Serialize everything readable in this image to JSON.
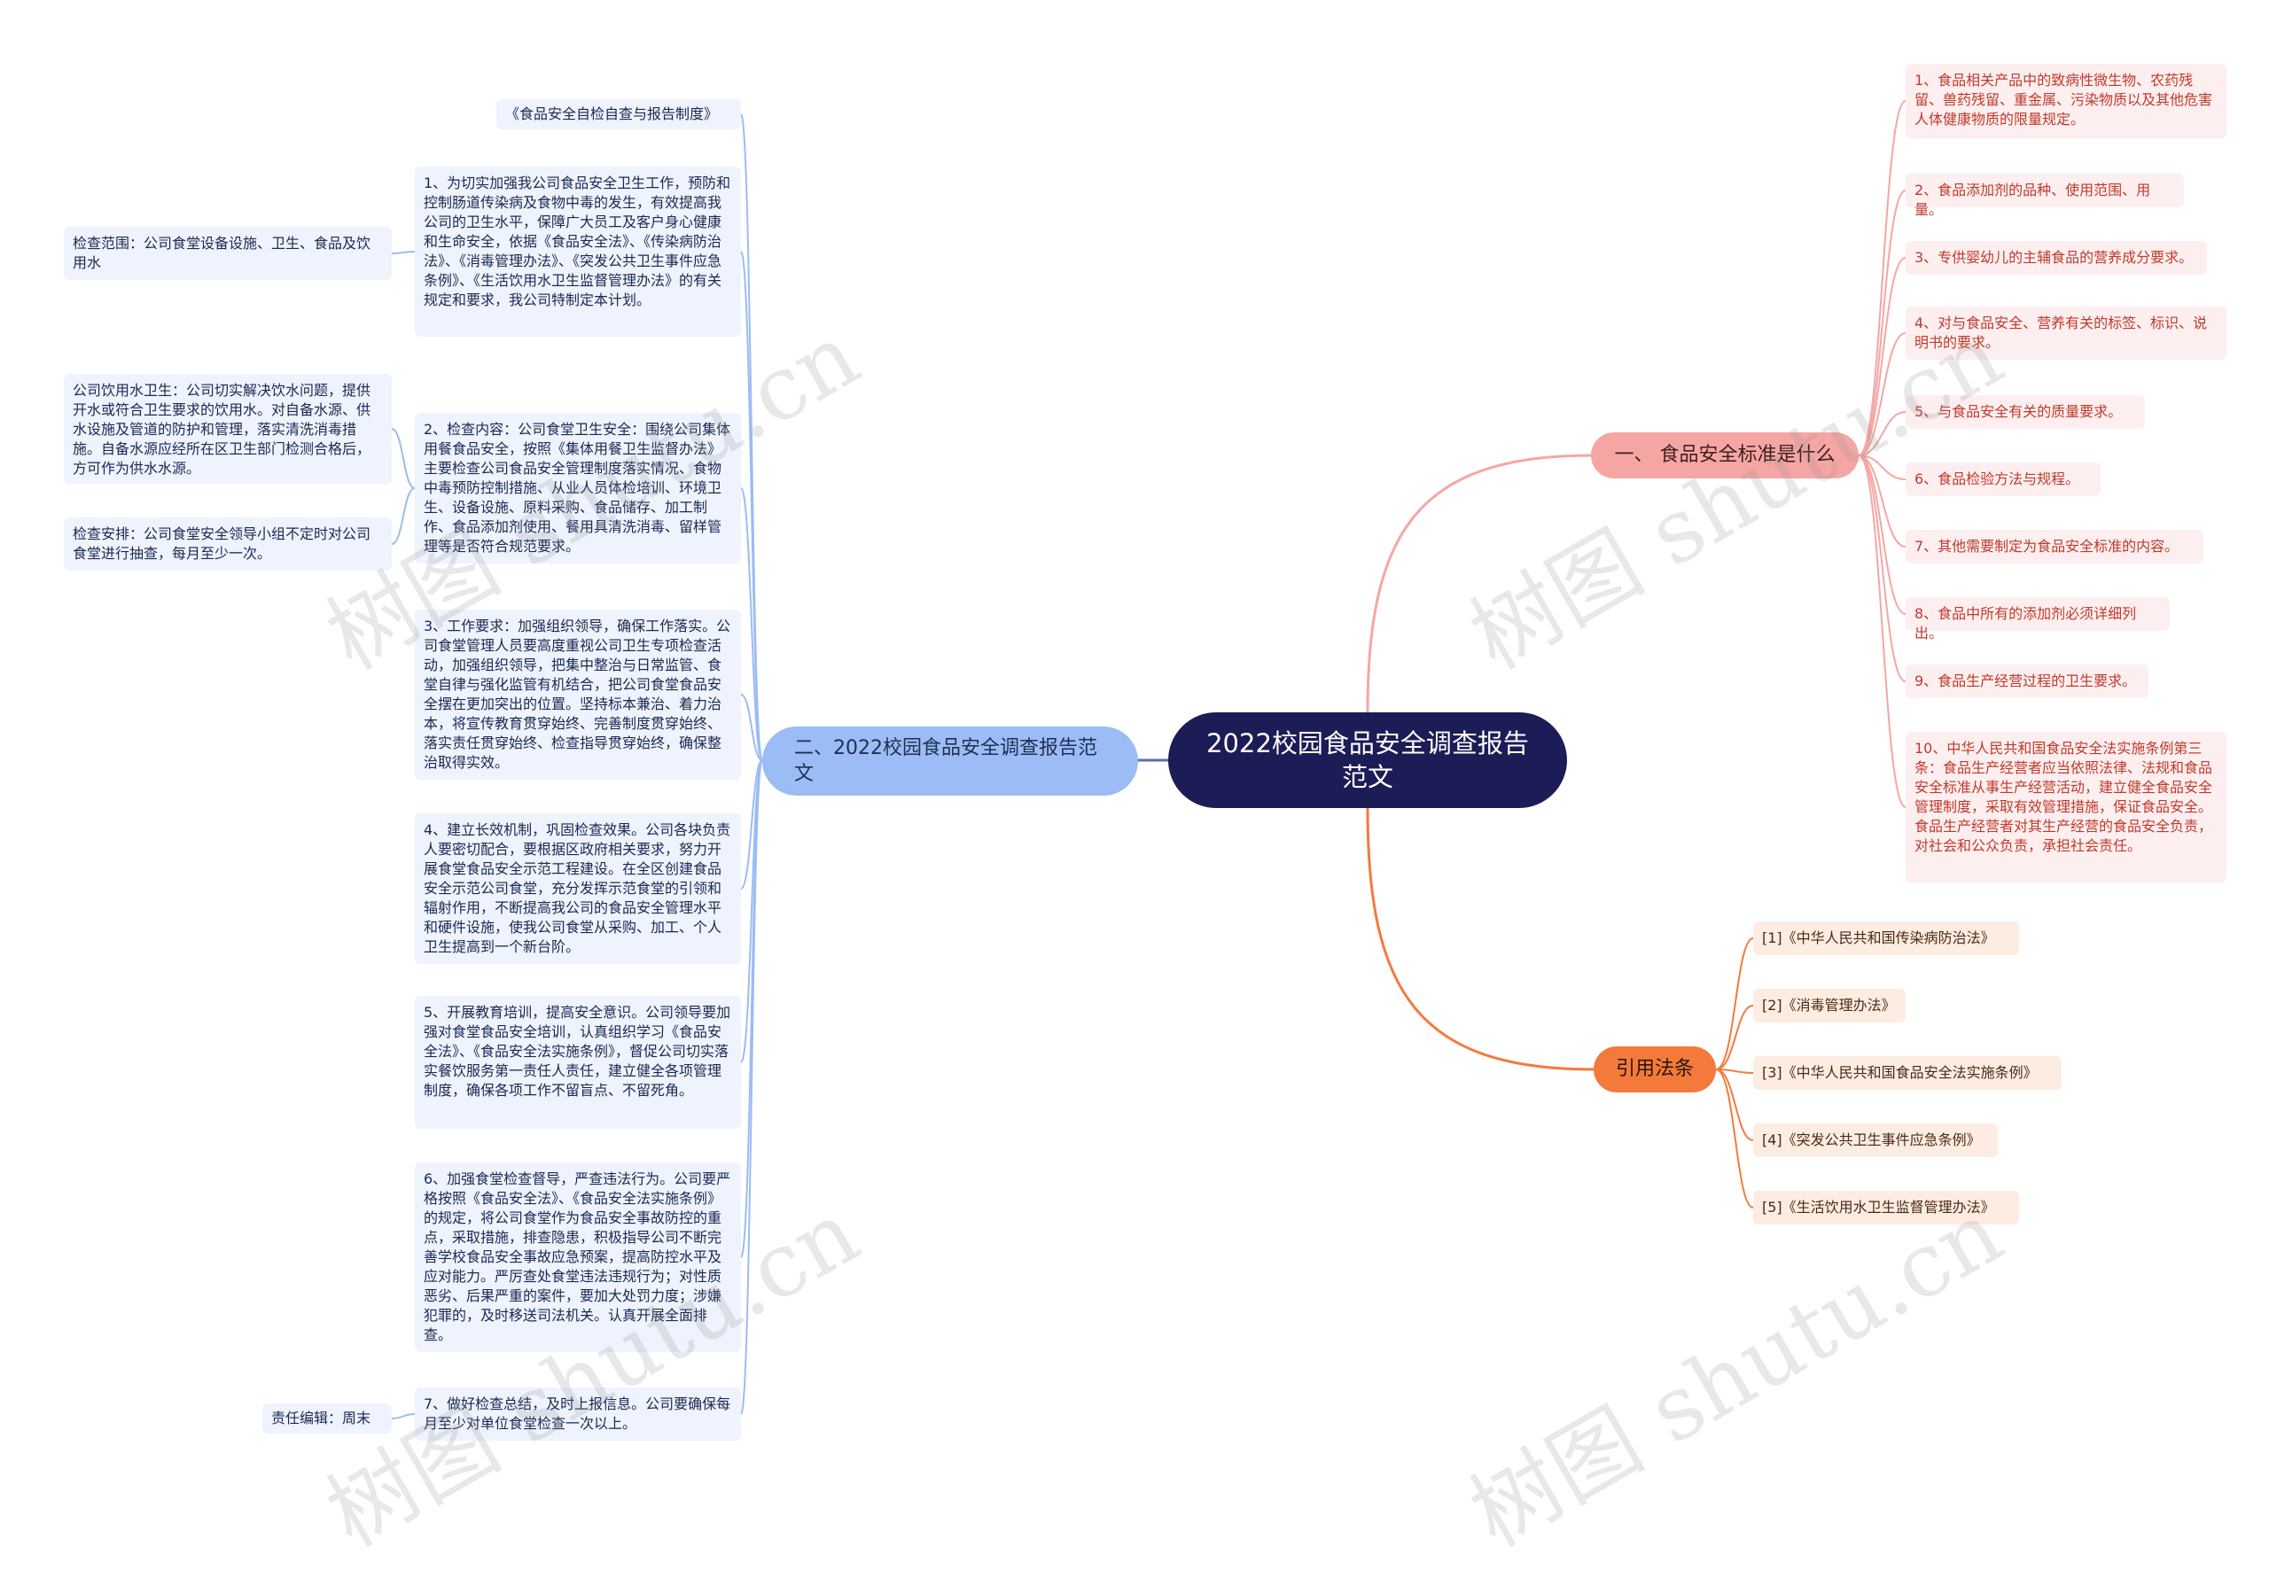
{
  "root": {
    "label": "2022校园食品安全调查报告范文"
  },
  "left_branch": {
    "label": "二、2022校园食品安全调查报告范文",
    "items": [
      {
        "text": "《食品安全自检自查与报告制度》"
      },
      {
        "text": "1、为切实加强我公司食品安全卫生工作，预防和控制肠道传染病及食物中毒的发生，有效提高我公司的卫生水平，保障广大员工及客户身心健康和生命安全，依据《食品安全法》、《传染病防治法》、《消毒管理办法》、《突发公共卫生事件应急条例》、《生活饮用水卫生监督管理办法》的有关规定和要求，我公司特制定本计划。"
      },
      {
        "text": "2、检查内容：公司食堂卫生安全：围绕公司集体用餐食品安全，按照《集体用餐卫生监督办法》主要检查公司食品安全管理制度落实情况、食物中毒预防控制措施、从业人员体检培训、环境卫生、设备设施、原料采购、食品储存、加工制作、食品添加剂使用、餐用具清洗消毒、留样管理等是否符合规范要求。"
      },
      {
        "text": "3、工作要求：加强组织领导，确保工作落实。公司食堂管理人员要高度重视公司卫生专项检查活动，加强组织领导，把集中整治与日常监管、食堂自律与强化监管有机结合，把公司食堂食品安全摆在更加突出的位置。坚持标本兼治、着力治本，将宣传教育贯穿始终、完善制度贯穿始终、落实责任贯穿始终、检查指导贯穿始终，确保整治取得实效。"
      },
      {
        "text": "4、建立长效机制，巩固检查效果。公司各块负责人要密切配合，要根据区政府相关要求，努力开展食堂食品安全示范工程建设。在全区创建食品安全示范公司食堂，充分发挥示范食堂的引领和辐射作用，不断提高我公司的食品安全管理水平和硬件设施，使我公司食堂从采购、加工、个人卫生提高到一个新台阶。"
      },
      {
        "text": "5、开展教育培训，提高安全意识。公司领导要加强对食堂食品安全培训，认真组织学习《食品安全法》、《食品安全法实施条例》，督促公司切实落实餐饮服务第一责任人责任，建立健全各项管理制度，确保各项工作不留盲点、不留死角。"
      },
      {
        "text": "6、加强食堂检查督导，严查违法行为。公司要严格按照《食品安全法》、《食品安全法实施条例》的规定，将公司食堂作为食品安全事故防控的重点，采取措施，排查隐患，积极指导公司不断完善学校食品安全事故应急预案，提高防控水平及应对能力。严厉查处食堂违法违规行为；对性质恶劣、后果严重的案件，要加大处罚力度；涉嫌犯罪的，及时移送司法机关。认真开展全面排查。"
      },
      {
        "text": "7、做好检查总结，及时上报信息。公司要确保每月至少对单位食堂检查一次以上。"
      }
    ],
    "sub_items": [
      {
        "text": "检查范围：公司食堂设备设施、卫生、食品及饮用水"
      },
      {
        "text": "公司饮用水卫生：公司切实解决饮水问题，提供开水或符合卫生要求的饮用水。对自备水源、供水设施及管道的防护和管理，落实清洗消毒措施。自备水源应经所在区卫生部门检测合格后，方可作为供水水源。"
      },
      {
        "text": "检查安排：公司食堂安全领导小组不定时对公司食堂进行抽查，每月至少一次。"
      },
      {
        "text": "责任编辑：周末"
      }
    ]
  },
  "right_branch_1": {
    "label": "一、 食品安全标准是什么",
    "items": [
      {
        "text": "1、食品相关产品中的致病性微生物、农药残留、兽药残留、重金属、污染物质以及其他危害人体健康物质的限量规定。"
      },
      {
        "text": "2、食品添加剂的品种、使用范围、用量。"
      },
      {
        "text": "3、专供婴幼儿的主辅食品的营养成分要求。"
      },
      {
        "text": "4、对与食品安全、营养有关的标签、标识、说明书的要求。"
      },
      {
        "text": "5、与食品安全有关的质量要求。"
      },
      {
        "text": "6、食品检验方法与规程。"
      },
      {
        "text": "7、其他需要制定为食品安全标准的内容。"
      },
      {
        "text": "8、食品中所有的添加剂必须详细列出。"
      },
      {
        "text": "9、食品生产经营过程的卫生要求。"
      },
      {
        "text": "10、中华人民共和国食品安全法实施条例第三条：食品生产经营者应当依照法律、法规和食品安全标准从事生产经营活动，建立健全食品安全管理制度，采取有效管理措施，保证食品安全。 食品生产经营者对其生产经营的食品安全负责，对社会和公众负责，承担社会责任。"
      }
    ]
  },
  "right_branch_2": {
    "label": "引用法条",
    "items": [
      {
        "text": "[1]《中华人民共和国传染病防治法》"
      },
      {
        "text": "[2]《消毒管理办法》"
      },
      {
        "text": "[3]《中华人民共和国食品安全法实施条例》"
      },
      {
        "text": "[4]《突发公共卫生事件应急条例》"
      },
      {
        "text": "[5]《生活饮用水卫生监督管理办法》"
      }
    ]
  },
  "watermark": {
    "text": "树图 shutu.cn"
  },
  "colors": {
    "root_bg": "#1c1c56",
    "left_branch": "#9bbcf4",
    "pink_branch": "#f5a6a4",
    "orange_branch": "#f47a3c",
    "pink_text": "#c0392b"
  }
}
